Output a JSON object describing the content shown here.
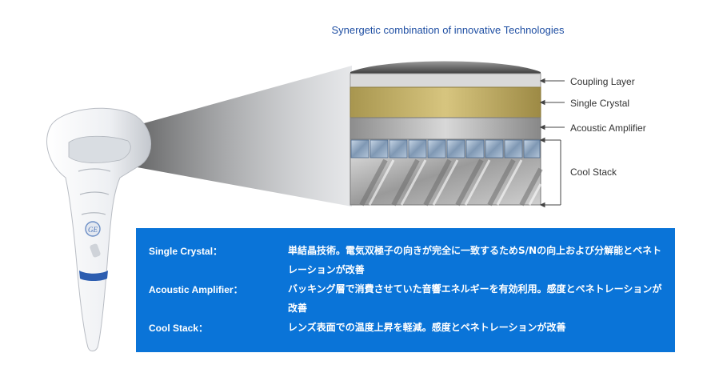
{
  "title": "Synergetic combination of  innovative Technologies",
  "layers": [
    {
      "label": "Coupling Layer"
    },
    {
      "label": "Single Crystal"
    },
    {
      "label": "Acoustic Amplifier"
    },
    {
      "label": "Cool Stack"
    }
  ],
  "probe": {
    "logo": "GE"
  },
  "colors": {
    "info_box": "#0a74d8",
    "title": "#1f4fa3",
    "crystal": "#c9b56a",
    "probe_band": "#2c5db0"
  },
  "descriptions": [
    {
      "term": "Single Crystal：",
      "text": "単結晶技術。電気双極子の向きが完全に一致するためS/Nの向上および分解能とペネトレーションが改善"
    },
    {
      "term": "Acoustic Amplifier：",
      "text": "バッキング層で消費させていた音響エネルギーを有効利用。感度とペネトレーションが改善"
    },
    {
      "term": "Cool Stack：",
      "text": "レンズ表面での温度上昇を軽減。感度とペネトレーションが改善"
    }
  ]
}
